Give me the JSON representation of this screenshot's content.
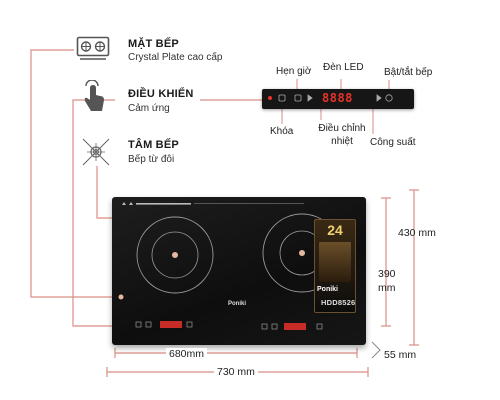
{
  "features": [
    {
      "title": "MẶT BẾP",
      "subtitle": "Crystal Plate cao cấp",
      "icon": "grid-plate-icon"
    },
    {
      "title": "ĐIỀU KHIỂN",
      "subtitle": "Cảm ứng",
      "icon": "touch-hand-icon"
    },
    {
      "title": "TÂM BẾP",
      "subtitle": "Bếp từ đôi",
      "icon": "induction-coil-icon"
    }
  ],
  "panel_labels": {
    "timer": "Hẹn giờ",
    "led": "Đèn LED",
    "power_toggle": "Bật/tắt bếp",
    "lock": "Khóa",
    "temperature": "Điều chỉnh nhiệt",
    "wattage": "Công suất"
  },
  "panel_display": "8888",
  "product": {
    "brand": "Poniki",
    "model": "HDD8526",
    "badge": "24"
  },
  "dimensions": {
    "height_outer": "430  mm",
    "height_inner": "390 mm",
    "width_inner": "680mm",
    "width_outer": "730 mm",
    "depth": "55 mm"
  },
  "colors": {
    "callout_line": "#d98e84",
    "led_red": "#e8322a",
    "glass": "#121212"
  }
}
